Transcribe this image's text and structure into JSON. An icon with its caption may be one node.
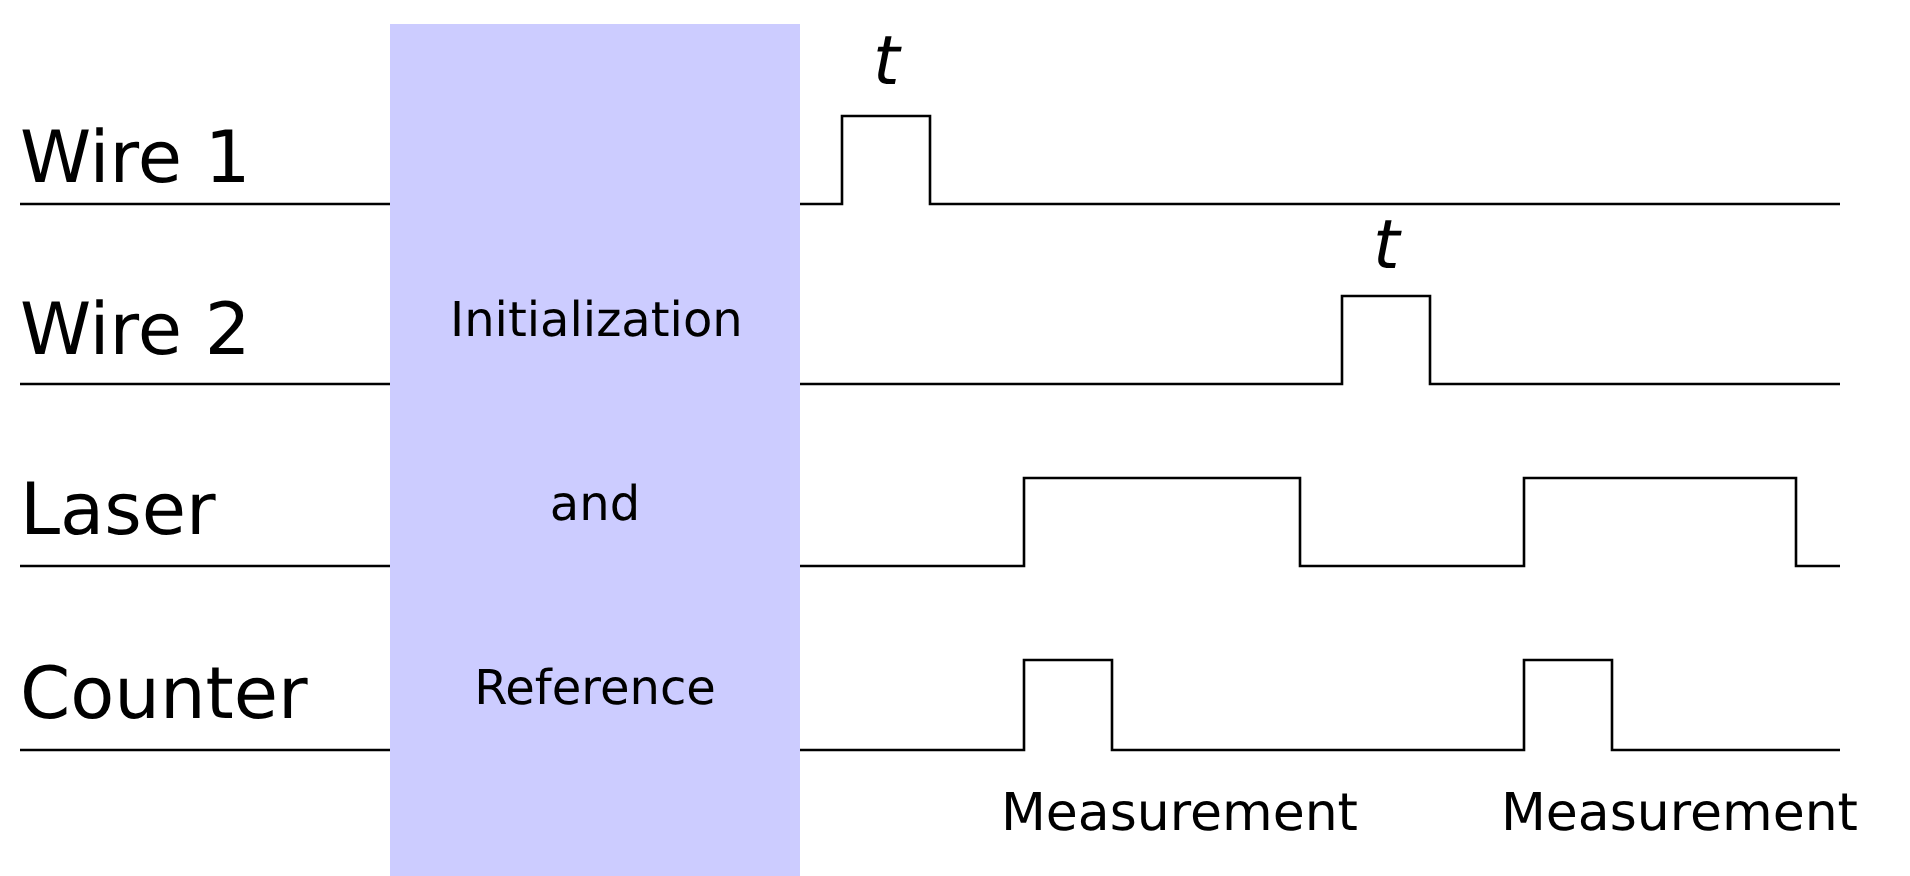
{
  "diagram": {
    "nodes": [
      {
        "text": [
          "Initialization and Reference"
        ]
      }
    ],
    "labels": [
      "Wire 1",
      "t",
      "Wire 2",
      "t",
      "Laser",
      "Counter",
      "Measurement",
      "Measurement"
    ]
  }
}
